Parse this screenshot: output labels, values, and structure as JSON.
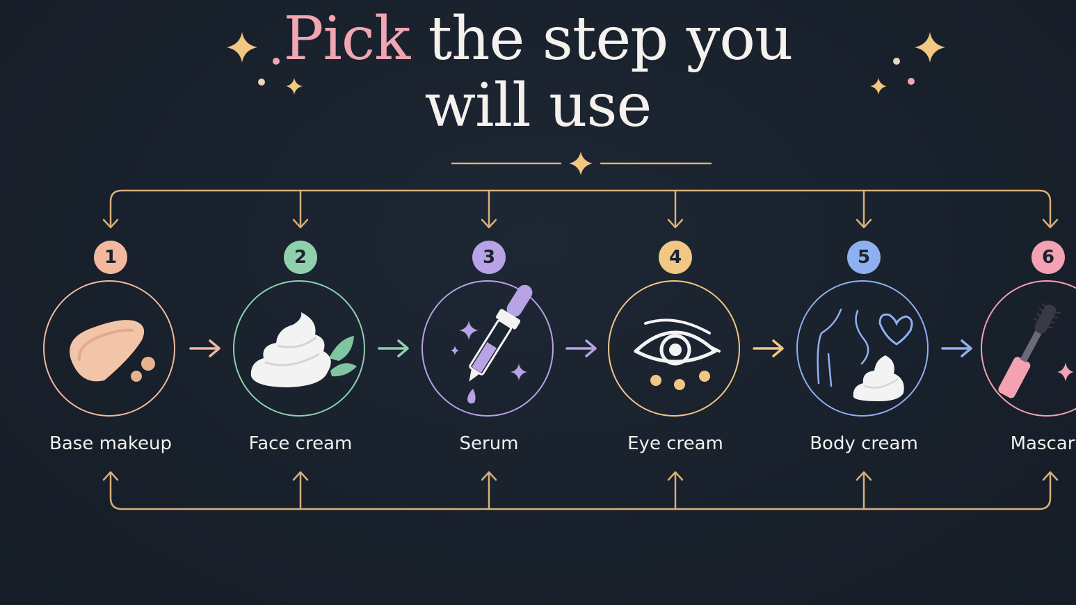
{
  "title": {
    "accent_word": "Pick",
    "line1_rest": " the step you",
    "line2": "will use"
  },
  "colors": {
    "background": "#18202b",
    "connector": "#d8b07a",
    "title_accent": "#f0a7b3",
    "text": "#f3f1ee"
  },
  "steps": [
    {
      "number": "1",
      "label": "Base makeup",
      "color": "#f3b99f",
      "icon": "foundation-swatch-icon"
    },
    {
      "number": "2",
      "label": "Face cream",
      "color": "#8fd1ad",
      "icon": "cream-swirl-icon"
    },
    {
      "number": "3",
      "label": "Serum",
      "color": "#b7a3e6",
      "icon": "dropper-icon"
    },
    {
      "number": "4",
      "label": "Eye cream",
      "color": "#f2c783",
      "icon": "eye-icon"
    },
    {
      "number": "5",
      "label": "Body cream",
      "color": "#8fb0f0",
      "icon": "body-cream-icon"
    },
    {
      "number": "6",
      "label": "Mascara",
      "color": "#f4a1b2",
      "icon": "mascara-wand-icon"
    }
  ]
}
